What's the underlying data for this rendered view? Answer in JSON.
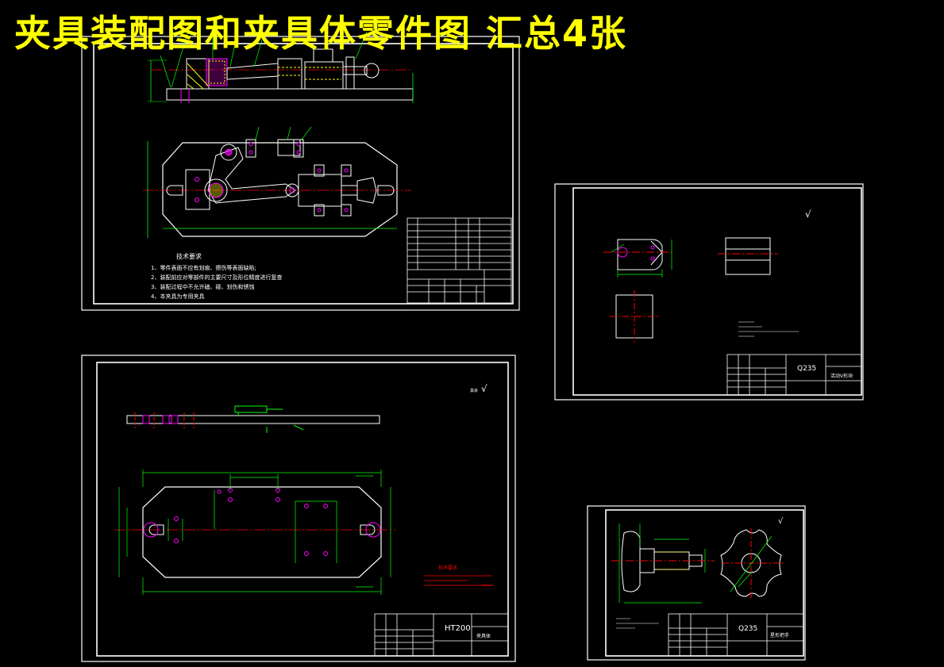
{
  "header": {
    "title": "夹具装配图和夹具体零件图  汇总4张"
  },
  "sheets": {
    "assembly": {
      "tech_heading": "技术要求",
      "tech_notes": [
        "1、零件表面不应有划痕、擦伤等表面缺陷;",
        "2、装配前应对零部件的主要尺寸及形位精度进行复查",
        "3、装配过程中不允许磕、碰、划伤和锈蚀",
        "4、本夹具为专用夹具"
      ]
    },
    "body": {
      "material": "HT200",
      "name": "夹具体",
      "tech_heading": "技术要求"
    },
    "block": {
      "material": "Q235",
      "name": "活动V形块"
    },
    "knob": {
      "material": "Q235",
      "name": "星形把手"
    }
  },
  "colors": {
    "background": "#000000",
    "title": "#ffff00",
    "outline": "#ffffff",
    "dimension": "#00ff00",
    "centerline": "#ff0000",
    "feature": "#ff00ff",
    "hatch": "#ffff00",
    "note_red": "#ff0000"
  }
}
